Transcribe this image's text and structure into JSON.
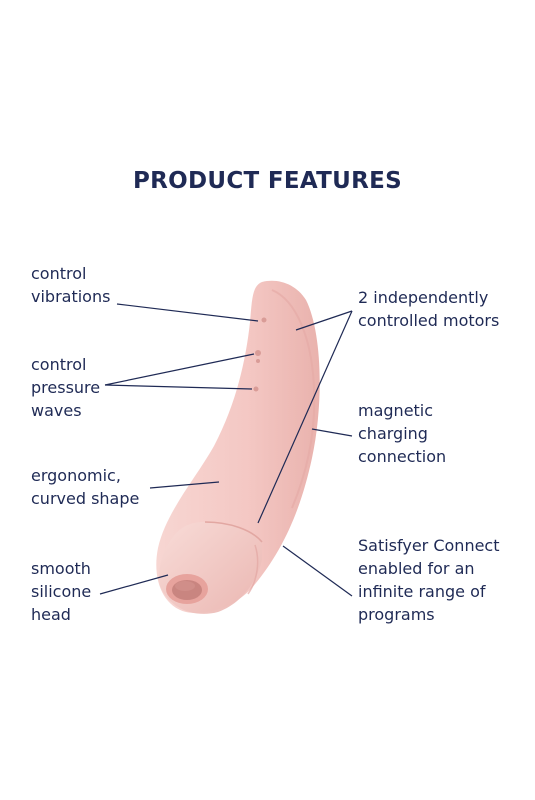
{
  "title": "PRODUCT FEATURES",
  "colors": {
    "text": "#1f2a55",
    "device": "#f4c7c3",
    "lines": "#1f2a55"
  },
  "labels": {
    "vibrations": [
      "control",
      "vibrations"
    ],
    "pressure": [
      "control",
      "pressure",
      "waves"
    ],
    "ergonomic": [
      "ergonomic,",
      "curved shape"
    ],
    "head": [
      "smooth",
      "silicone",
      "head"
    ],
    "motors": [
      "2 independently",
      "controlled motors"
    ],
    "charging": [
      "magnetic",
      "charging",
      "connection"
    ],
    "app": [
      "Satisfyer Connect",
      "enabled for an",
      "infinite range of",
      "programs"
    ]
  }
}
